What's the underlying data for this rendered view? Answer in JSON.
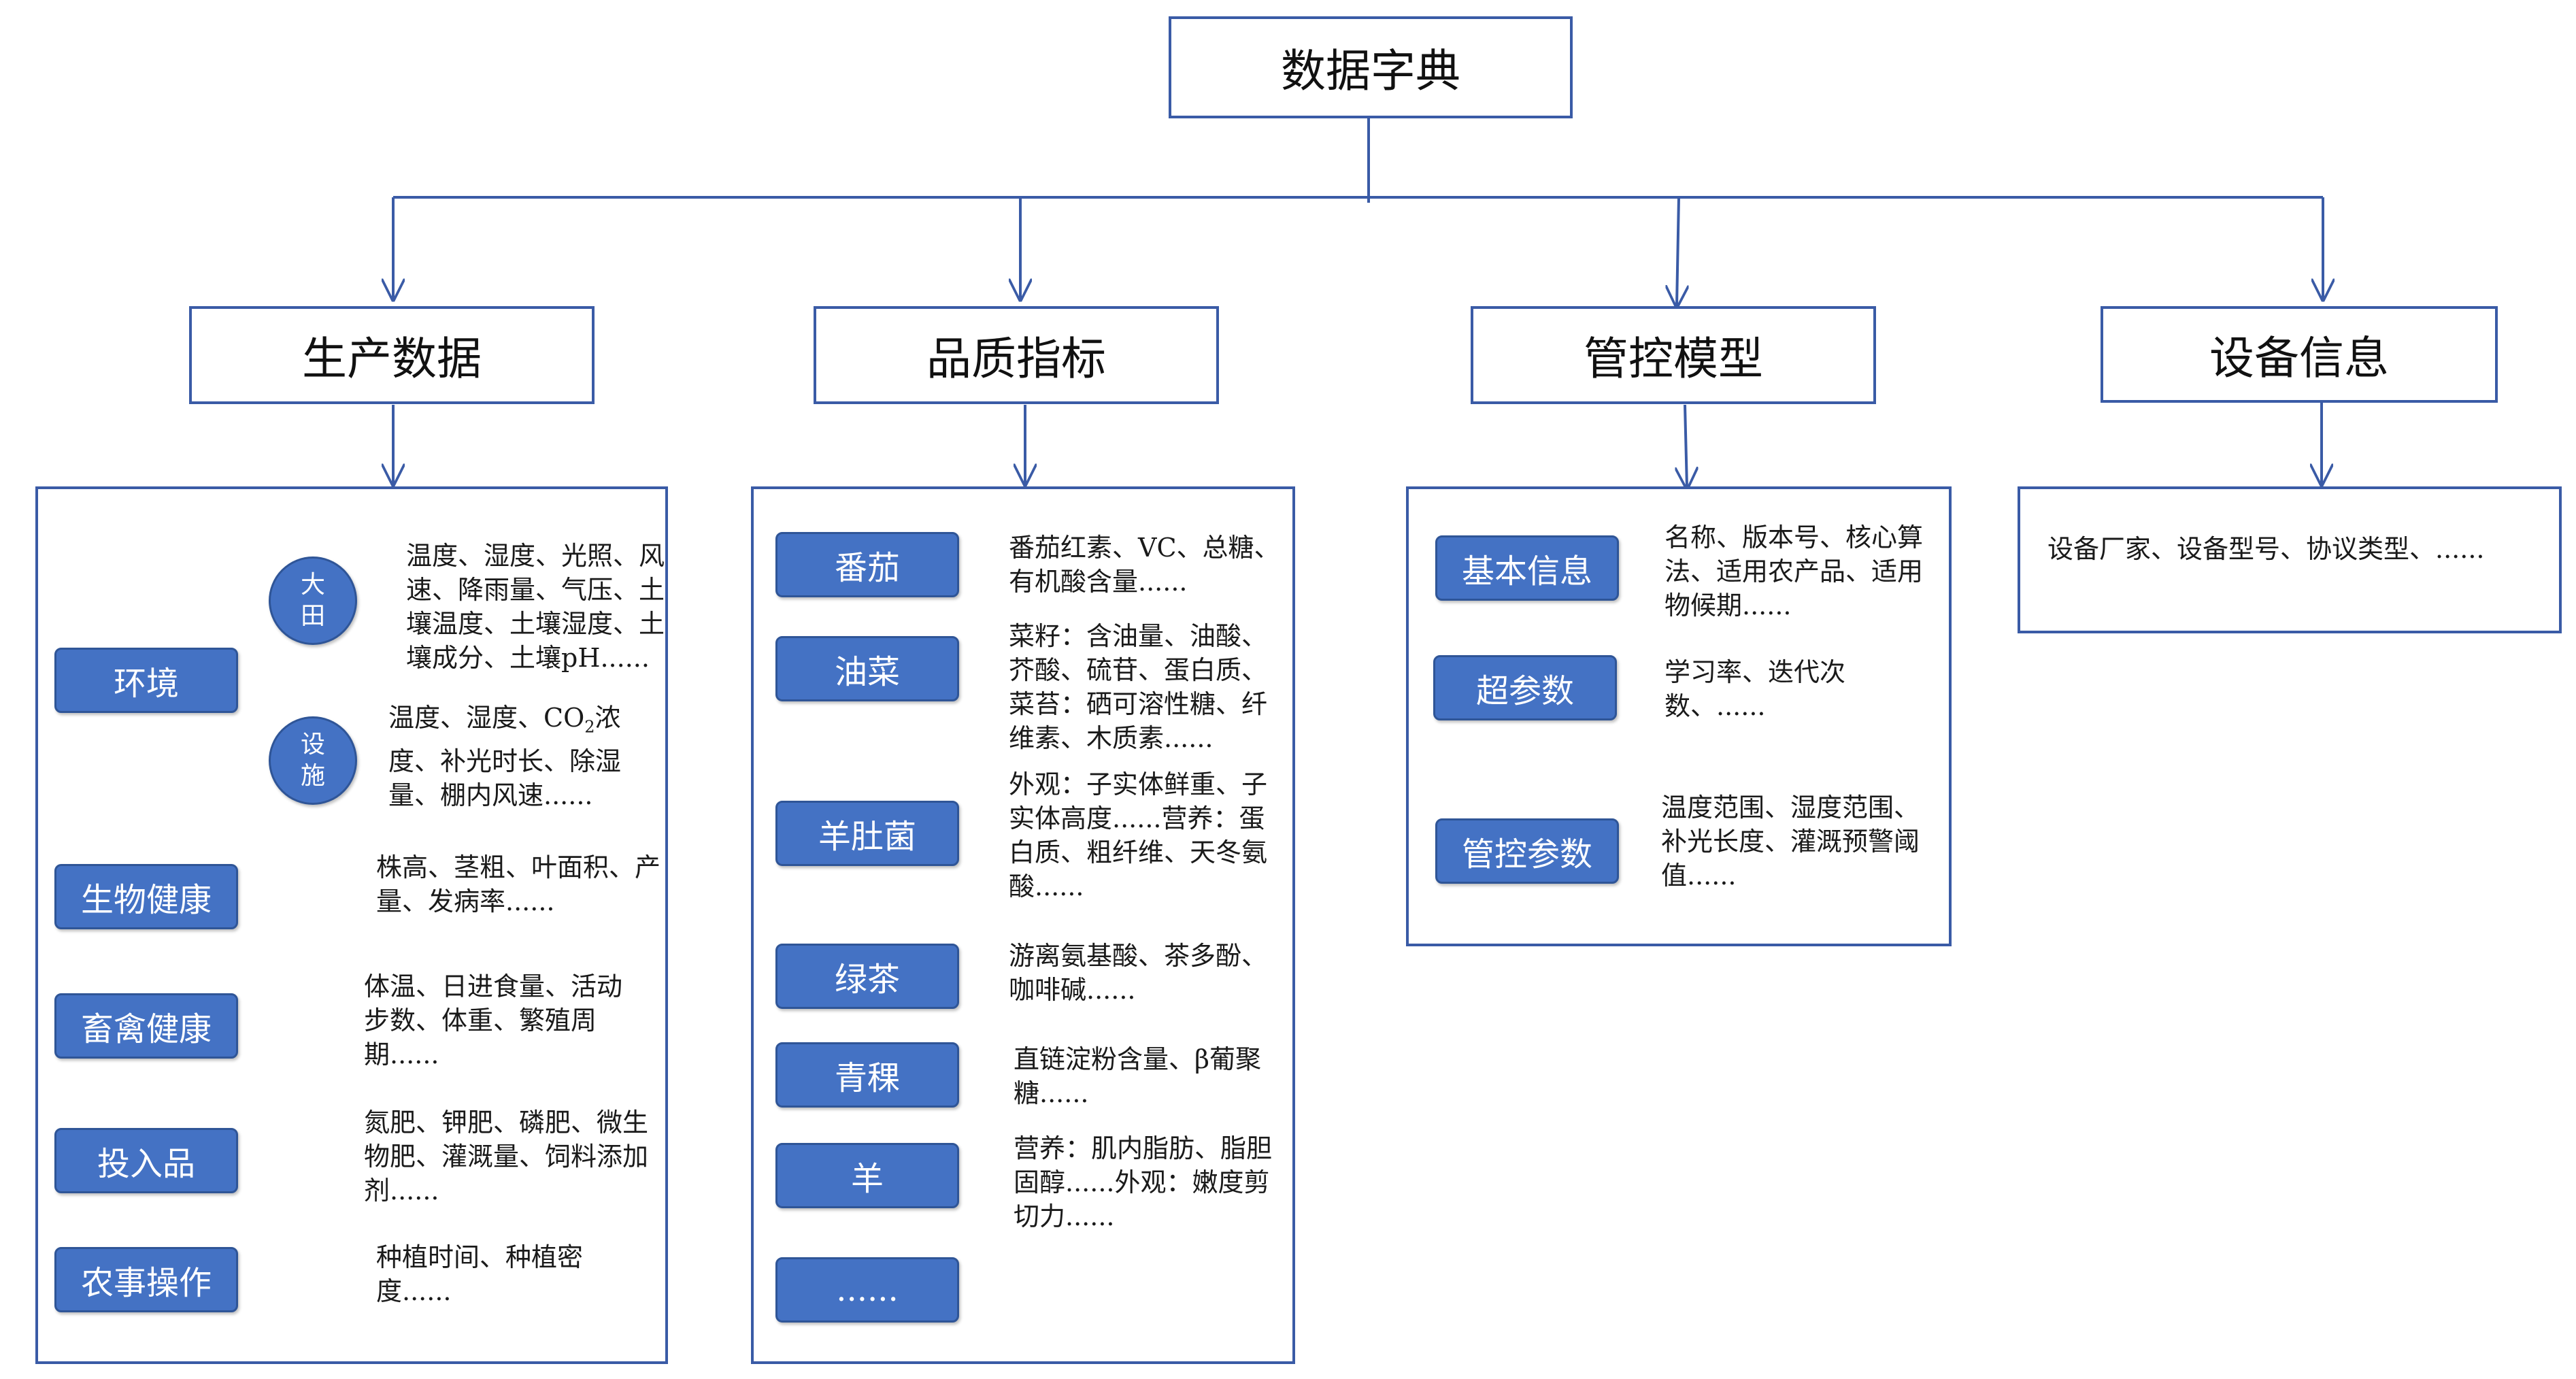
{
  "colors": {
    "line": "#3a5ba6",
    "pill_fill": "#4472c4",
    "pill_border": "#2f5597",
    "text": "#111111",
    "pill_text": "#ffffff"
  },
  "root": {
    "title": "数据字典"
  },
  "categories": {
    "production": {
      "title": "生产数据",
      "env": {
        "label": "环境",
        "field": {
          "label": "大田",
          "desc": "温度、湿度、光照、风速、降雨量、气压、土壤温度、土壤湿度、土壤成分、土壤pH......"
        },
        "facility": {
          "label": "设施",
          "desc_pre": "温度、湿度、CO",
          "desc_sub": "2",
          "desc_post": "浓度、补光时长、除湿量、棚内风速......"
        }
      },
      "items": [
        {
          "label": "生物健康",
          "desc": "株高、茎粗、叶面积、产量、发病率......"
        },
        {
          "label": "畜禽健康",
          "desc": "体温、日进食量、活动步数、体重、繁殖周期......"
        },
        {
          "label": "投入品",
          "desc": "氮肥、钾肥、磷肥、微生物肥、灌溉量、饲料添加剂......"
        },
        {
          "label": "农事操作",
          "desc": "种植时间、种植密度......"
        }
      ]
    },
    "quality": {
      "title": "品质指标",
      "items": [
        {
          "label": "番茄",
          "desc": "番茄红素、VC、总糖、有机酸含量......"
        },
        {
          "label": "油菜",
          "desc": "菜籽：含油量、油酸、芥酸、硫苷、蛋白质、菜苔：硒可溶性糖、纤维素、木质素......"
        },
        {
          "label": "羊肚菌",
          "desc": "外观：子实体鲜重、子实体高度......营养：蛋白质、粗纤维、天冬氨酸......"
        },
        {
          "label": "绿茶",
          "desc": "游离氨基酸、茶多酚、咖啡碱......"
        },
        {
          "label": "青稞",
          "desc": "直链淀粉含量、β葡聚糖......"
        },
        {
          "label": "羊",
          "desc": "营养：肌内脂肪、脂胆固醇......外观：嫩度剪切力......"
        },
        {
          "label": "......",
          "desc": ""
        }
      ]
    },
    "control": {
      "title": "管控模型",
      "items": [
        {
          "label": "基本信息",
          "desc": "名称、版本号、核心算法、适用农产品、适用物候期......"
        },
        {
          "label": "超参数",
          "desc": "学习率、迭代次数、......"
        },
        {
          "label": "管控参数",
          "desc": "温度范围、湿度范围、补光长度、灌溉预警阈值......"
        }
      ]
    },
    "device": {
      "title": "设备信息",
      "desc": "设备厂家、设备型号、协议类型、......"
    }
  }
}
